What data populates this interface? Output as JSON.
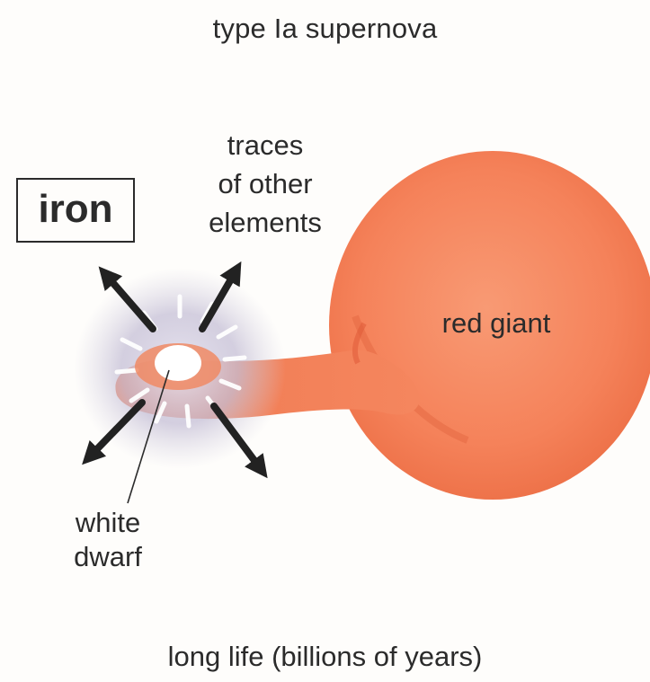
{
  "title": "type Ia supernova",
  "element_box": "iron",
  "labels": {
    "traces": [
      "traces",
      "of other",
      "elements"
    ],
    "red_giant": "red giant",
    "white_dwarf": [
      "white",
      "dwarf"
    ]
  },
  "footer": "long life (billions of years)",
  "colors": {
    "red_giant": "#f5825a",
    "red_giant_shadow": "#e25f3a",
    "white_dwarf": "#ffffff",
    "glow": "#b7b1c9",
    "arrows": "#222222",
    "text": "#2b2b2b"
  }
}
